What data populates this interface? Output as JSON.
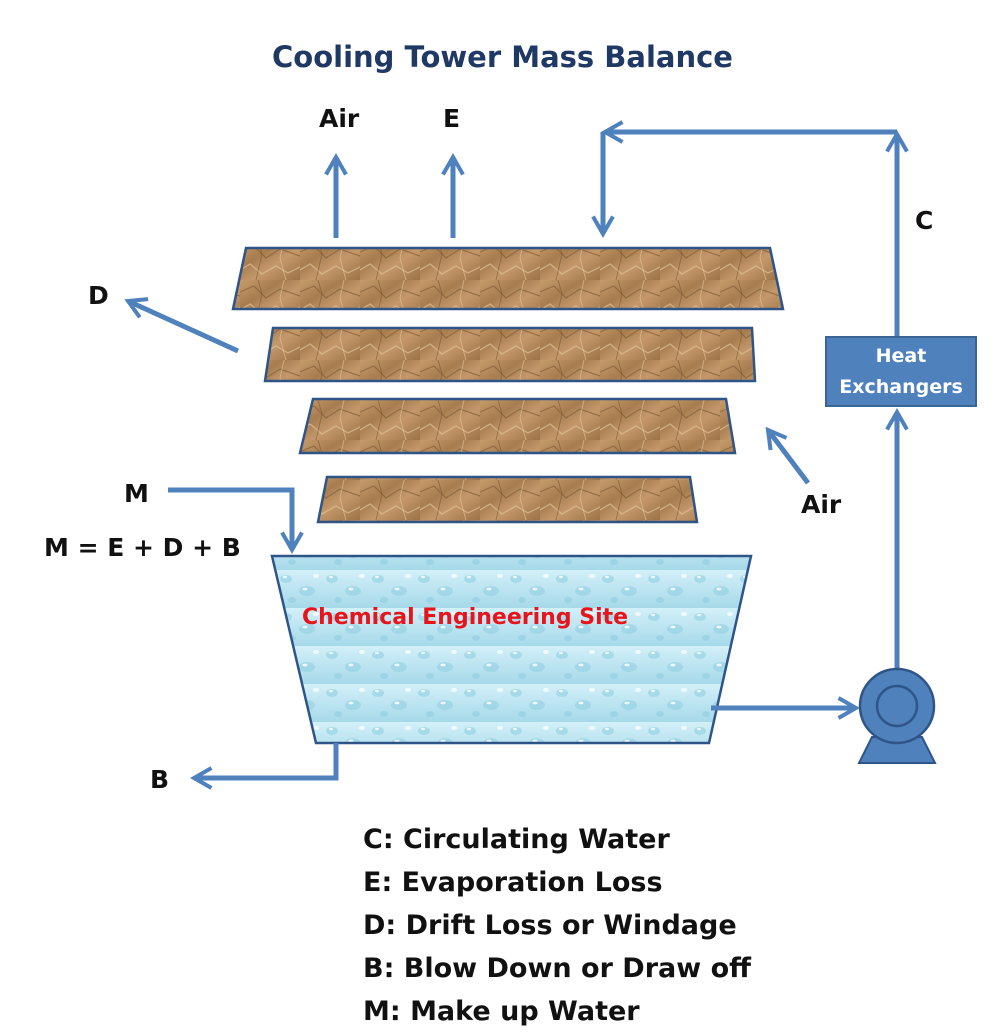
{
  "diagram": {
    "title": "Cooling Tower Mass Balance",
    "flow_labels": {
      "air_top": "Air",
      "e_top": "E",
      "c": "C",
      "d": "D",
      "air_side": "Air",
      "m": "M",
      "b": "B"
    },
    "equation": "M = E + D + B",
    "basin_label": "Chemical Engineering Site",
    "heat_exchanger": [
      "Heat",
      "Exchangers"
    ],
    "legend": [
      "C: Circulating Water",
      "E: Evaporation Loss",
      "D: Drift Loss or Windage",
      "B: Blow Down or Draw off",
      "M: Make up Water"
    ],
    "colors": {
      "arrow": "#4f81bd",
      "title": "#1f3864",
      "basin_label": "#e8141b",
      "fill_media": "#b38a5c",
      "basin_water": "#bde6f2",
      "heat_exchanger": "#4f81bd"
    },
    "icons": [
      "pump-icon"
    ]
  }
}
